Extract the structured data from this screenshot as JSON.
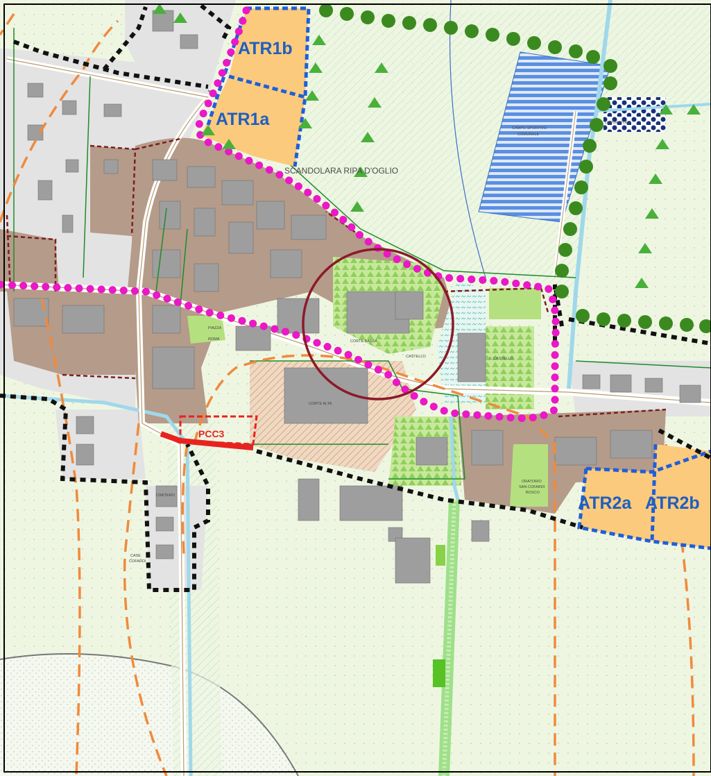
{
  "map": {
    "place_name": "SCANDOLARA RIPA D'OGLIO",
    "zones": {
      "atr1b": "ATR1b",
      "atr1a": "ATR1a",
      "atr2a": "ATR2a",
      "atr2b": "ATR2b",
      "pcc3": "PCC3"
    },
    "small_labels": {
      "campo_sportivo": "CAMPO SPORTIVO",
      "comunale": "COMUNALE",
      "corte_bassa": "CORTE BASSA",
      "castello": "CASTELLO",
      "il_castello": "IL CASTELLO",
      "corte_alta": "CORTE ALTA",
      "oratorio": "ORATORIO",
      "san_cofardi": "SAN COFARDI",
      "bosco": "BOSCO",
      "case": "CASE",
      "cofardi": "COFARDI",
      "cimitero": "CIMITERO",
      "piazza": "PIAZZA",
      "roma": "ROMA",
      "depuratore": "DEPURATORE"
    },
    "colors": {
      "residential": "#b59b8a",
      "expansion_zone": "#fcca7c",
      "water": "#9fd8ea",
      "sports_field": "#5b8fe0",
      "green_area": "#b5e07f",
      "historic_perimeter": "#ea18c6",
      "planned_route": "#f08a3c",
      "building": "#9e9e9e",
      "tree_row": "#3b8a1f",
      "heritage_circle": "#8b1a2a"
    }
  }
}
